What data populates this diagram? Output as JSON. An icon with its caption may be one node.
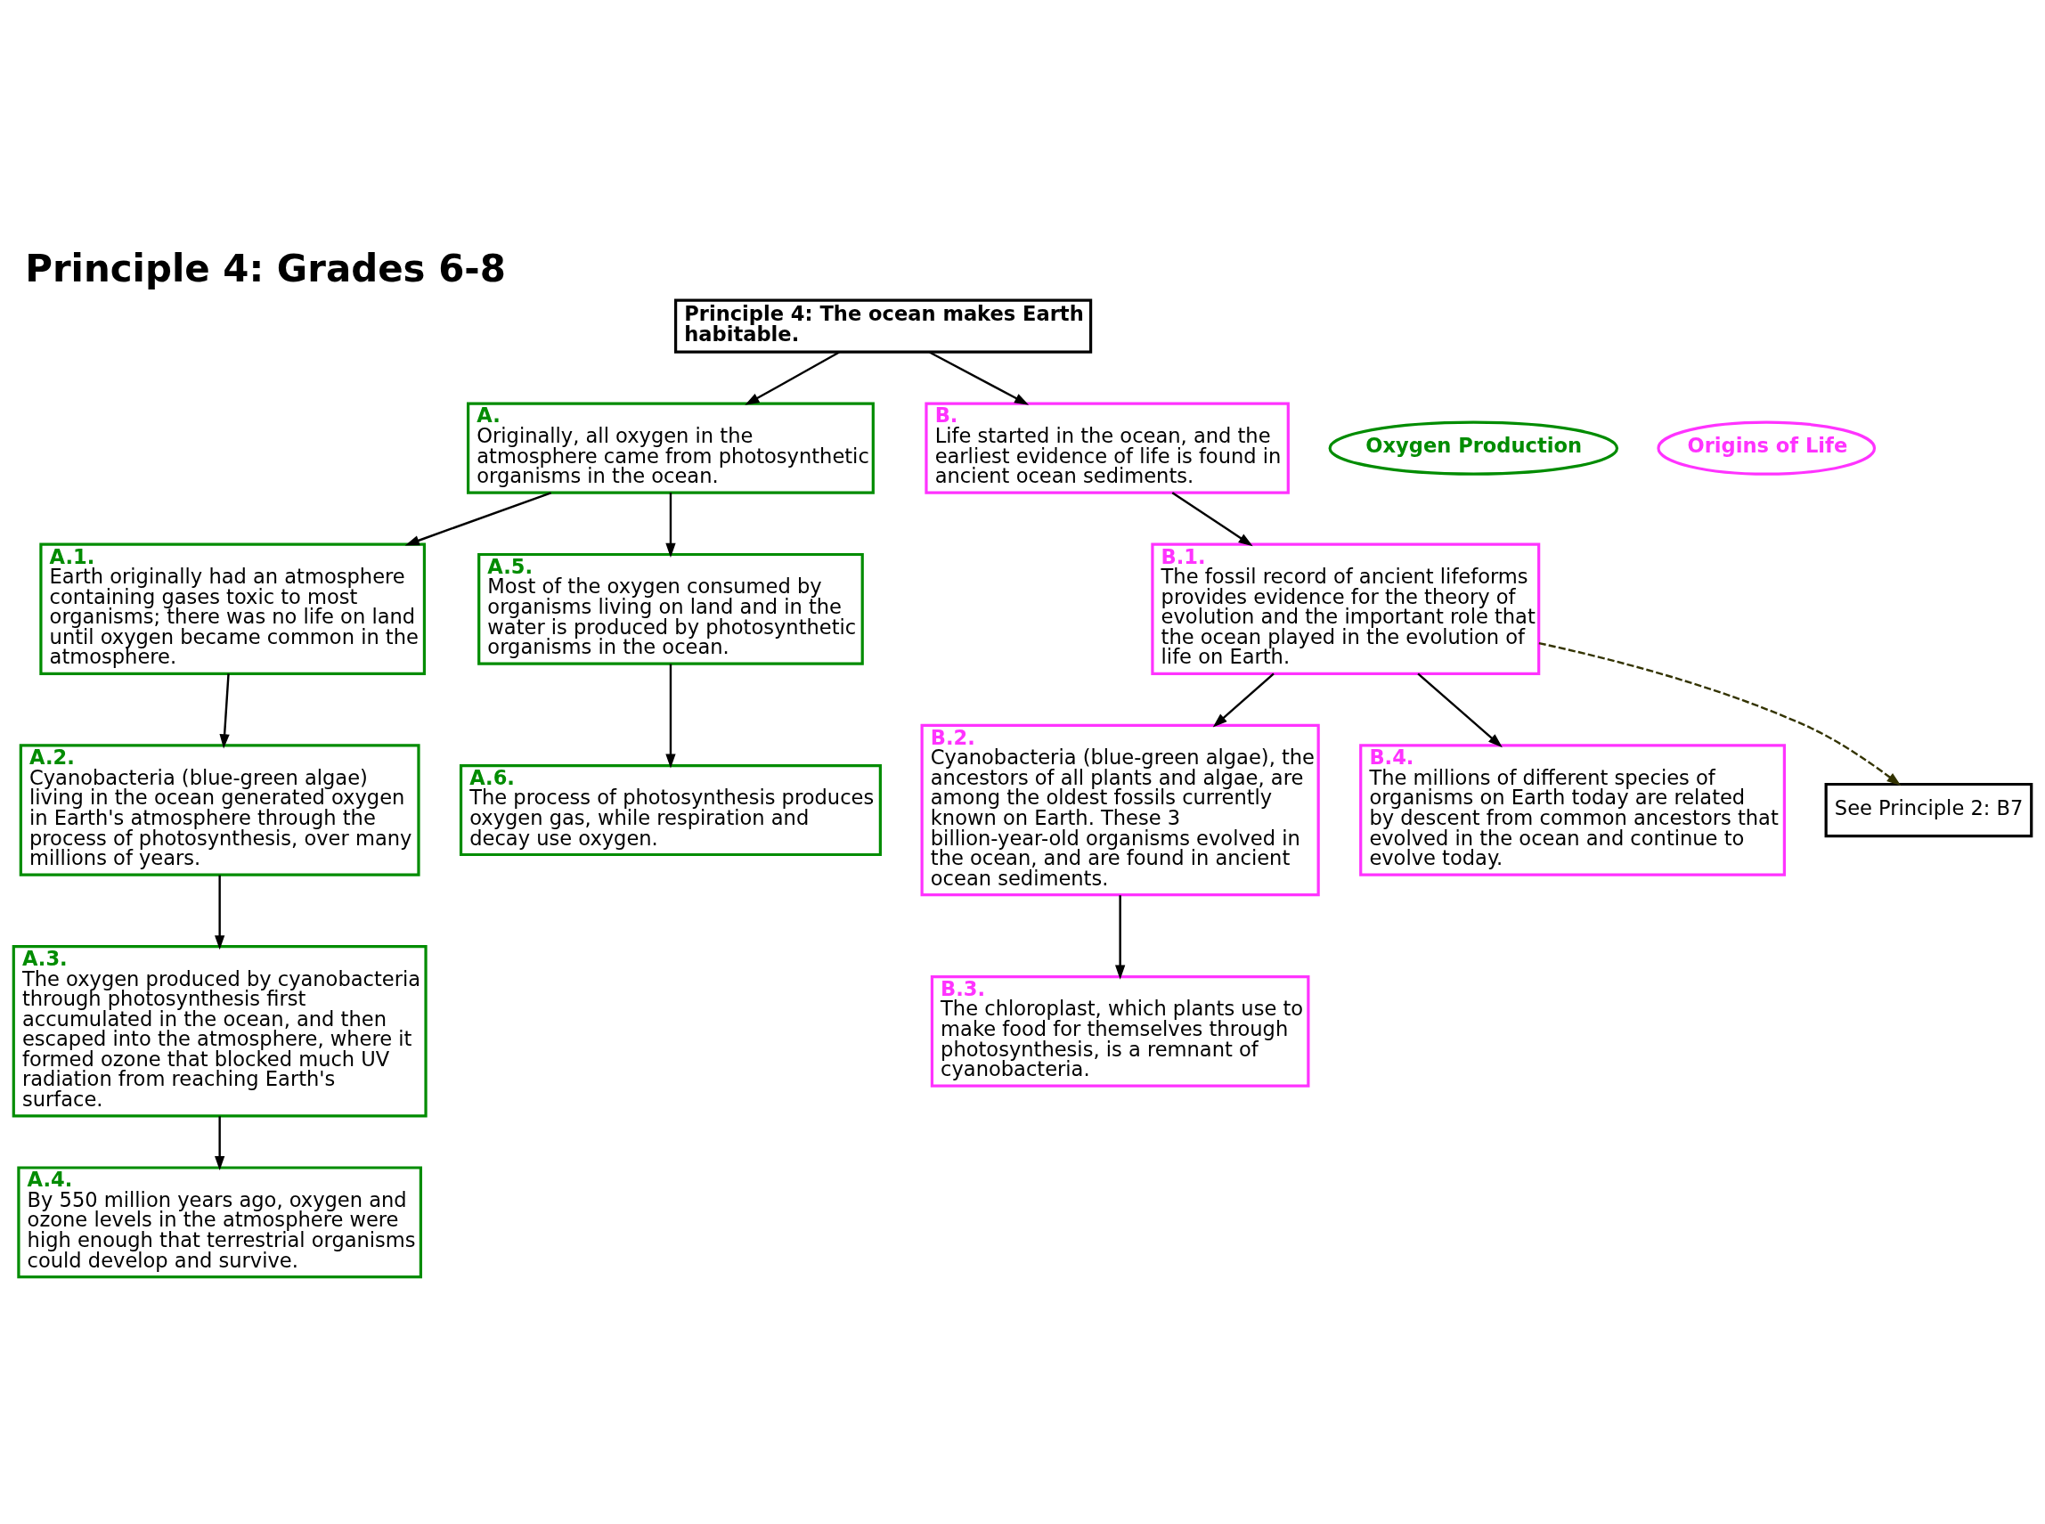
{
  "diagram": {
    "title": "Principle 4: Grades 6-8",
    "nodes": [
      {
        "text": [
          "Principle 4: The ocean makes Earth habitable."
        ]
      },
      {
        "text": [
          "Oxygen Production"
        ]
      },
      {
        "text": [
          "Origins of Life"
        ]
      },
      {
        "text": [
          "A.",
          "Originally, all oxygen in the atmosphere came from photosynthetic organisms in the ocean."
        ]
      },
      {
        "text": [
          "A.1.",
          "Earth originally had an atmosphere containing gases toxic to most organisms; there was no life on land until oxygen became common in the atmosphere."
        ]
      },
      {
        "text": [
          "A.5.",
          "Most of the oxygen consumed by organisms living on land and in the water is produced by photosynthetic organisms in the ocean."
        ]
      },
      {
        "text": [
          "A.2.",
          "Cyanobacteria (blue-green algae) living in the ocean generated oxygen in Earth's atmosphere through the process of photosynthesis, over many millions of years."
        ]
      },
      {
        "text": [
          "A.6.",
          "The process of photosynthesis produces oxygen gas, while respiration and decay use oxygen."
        ]
      },
      {
        "text": [
          "A.3.",
          "The oxygen produced by cyanobacteria through photosynthesis first accumulated in the ocean, and then escaped into the atmosphere, where it formed ozone that blocked much UV radiation from reaching Earth's surface."
        ]
      },
      {
        "text": [
          "A.4.",
          "By 550 million years ago, oxygen and ozone levels in the atmosphere were high enough that terrestrial organisms could develop and survive."
        ]
      },
      {
        "text": [
          "B.",
          "Life started in the ocean, and the earliest evidence of life is found in ancient ocean sediments."
        ]
      },
      {
        "text": [
          "B.1.",
          "The fossil record of ancient lifeforms provides evidence for the theory of evolution and the important role that the ocean played in the evolution of life on Earth."
        ]
      },
      {
        "text": [
          "B.2.",
          "Cyanobacteria (blue-green algae), the ancestors of all plants and algae, are among the oldest fossils currently known on Earth. These 3 billion-year-old organisms evolved in the ocean, and are found in ancient ocean sediments."
        ]
      },
      {
        "text": [
          "B.4.",
          "The millions of different species of organisms on Earth today are related by descent from common ancestors that evolved in the ocean and continue to evolve today."
        ]
      },
      {
        "text": [
          "B.3.",
          "The chloroplast, which plants use to make food for themselves through photosynthesis, is a remnant of cyanobacteria."
        ]
      },
      {
        "text": [
          "See Principle 2: B7"
        ]
      }
    ],
    "edges": [
      {
        "from": 0,
        "to": 3,
        "arrow": "to"
      },
      {
        "from": 0,
        "to": 10,
        "arrow": "to"
      },
      {
        "from": 3,
        "to": 4,
        "arrow": "to"
      },
      {
        "from": 3,
        "to": 5,
        "arrow": "to"
      },
      {
        "from": 4,
        "to": 6,
        "arrow": "to"
      },
      {
        "from": 6,
        "to": 8,
        "arrow": "to"
      },
      {
        "from": 8,
        "to": 9,
        "arrow": "to"
      },
      {
        "from": 5,
        "to": 7,
        "arrow": "to"
      },
      {
        "from": 10,
        "to": 11,
        "arrow": "to"
      },
      {
        "from": 11,
        "to": 12,
        "arrow": "to"
      },
      {
        "from": 11,
        "to": 13,
        "arrow": "to"
      },
      {
        "from": 12,
        "to": 14,
        "arrow": "to"
      },
      {
        "from": 11,
        "to": 15,
        "arrow": "to",
        "style": "dashed",
        "color": "#333300"
      }
    ]
  }
}
